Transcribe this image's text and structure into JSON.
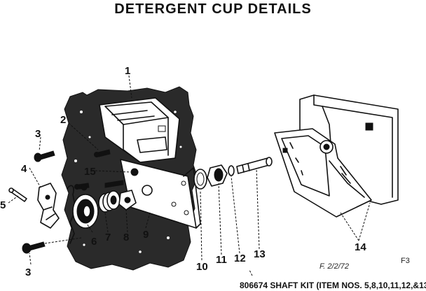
{
  "title": "DETERGENT CUP DETAILS",
  "callouts": {
    "n1": "1",
    "n2": "2",
    "n3a": "3",
    "n3b": "3",
    "n4": "4",
    "n5": "5",
    "n6": "6",
    "n7": "7",
    "n8": "8",
    "n9": "9",
    "n10": "10",
    "n11": "11",
    "n12": "12",
    "n13": "13",
    "n14": "14",
    "n15": "15"
  },
  "footer_note": "806674 SHAFT KIT (ITEM NOS. 5,8,10,11,12,&13)",
  "figure_code": "F3",
  "corner_mark": "F. 2/2/72"
}
